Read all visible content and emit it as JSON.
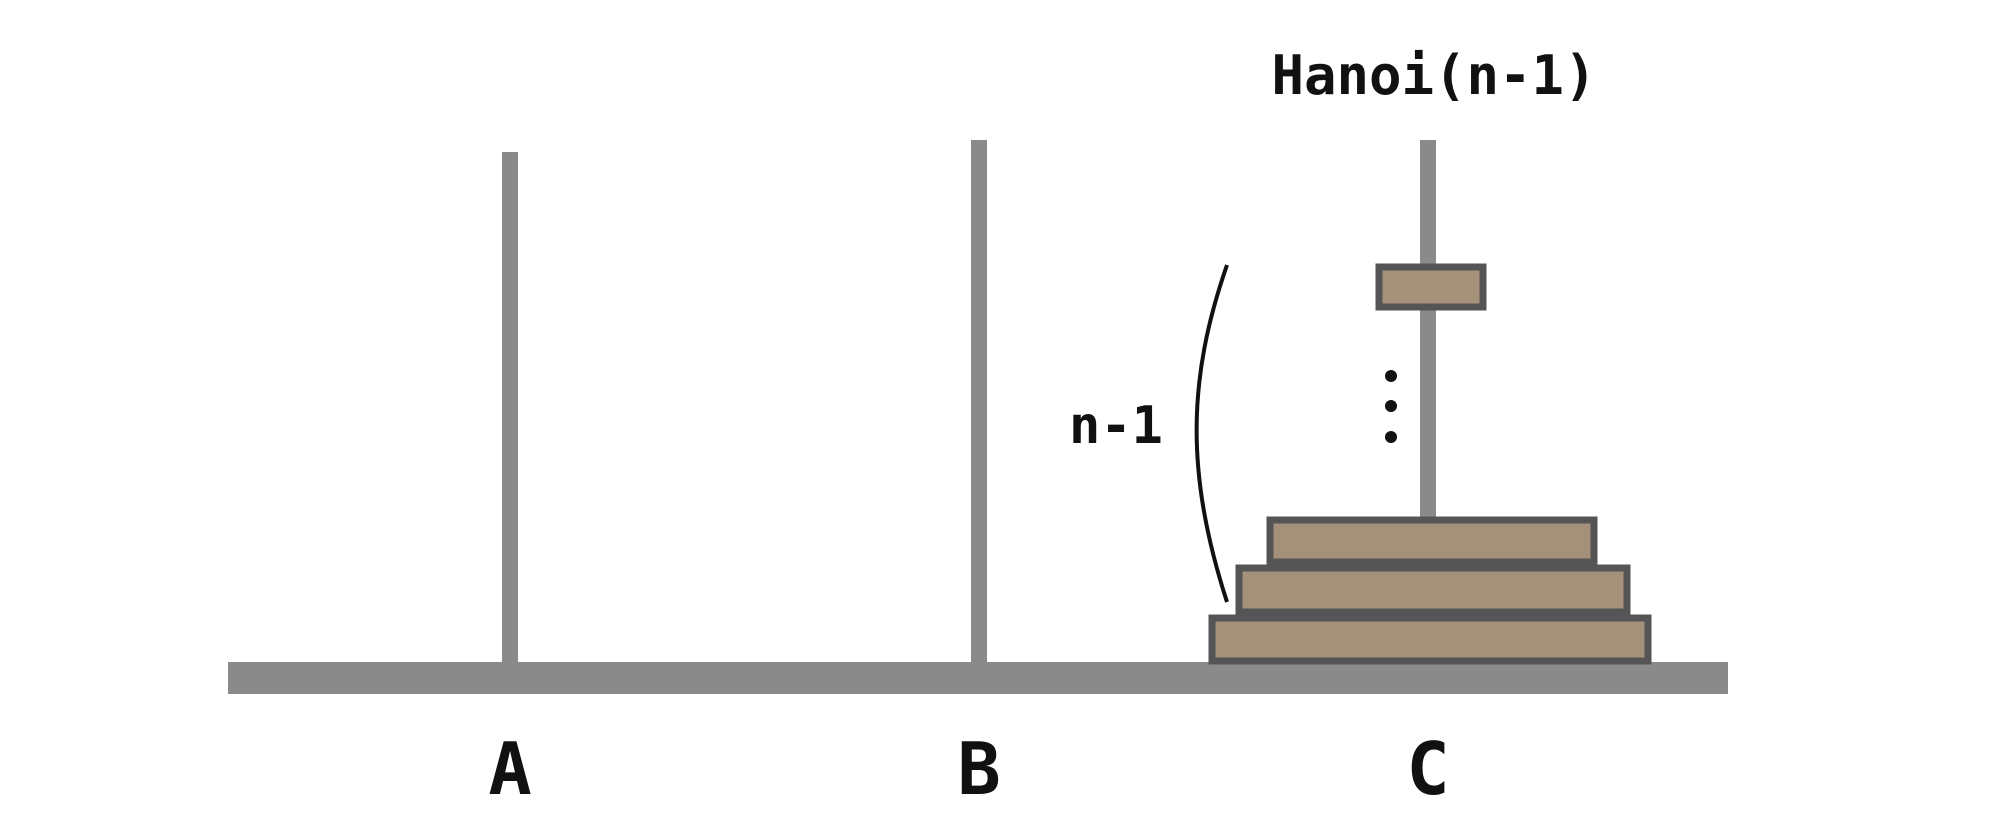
{
  "title": "Hanoi(n-1)",
  "pegs": [
    {
      "label": "A"
    },
    {
      "label": "B"
    },
    {
      "label": "C"
    }
  ],
  "annotation": {
    "label": "n-1"
  },
  "disks": {
    "on_peg": "C",
    "items": [
      {
        "name": "top-disk"
      },
      {
        "name": "disk-n-minus-1"
      },
      {
        "name": "disk-n-minus-2"
      },
      {
        "name": "bottom-disk"
      }
    ],
    "ellipsis": "⋮"
  },
  "colors": {
    "peg": "#8a8a8a",
    "disk_fill": "#a59079",
    "disk_stroke": "#555555",
    "text": "#111111"
  }
}
